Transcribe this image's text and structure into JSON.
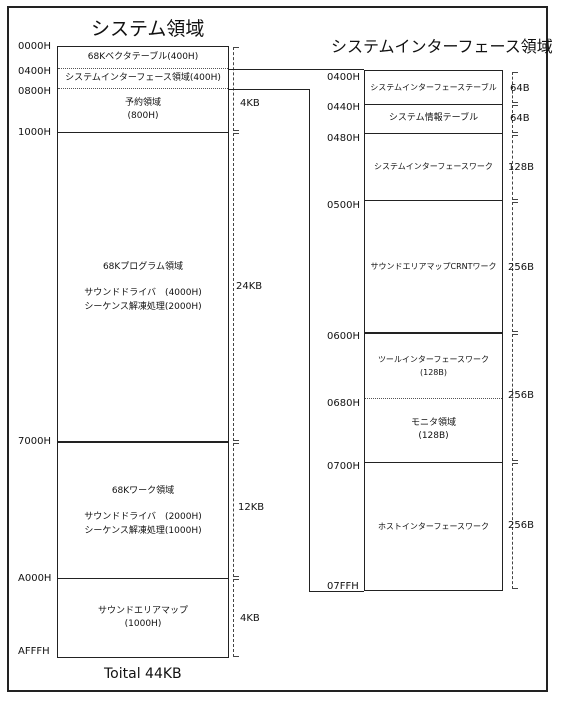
{
  "titles": {
    "left": "システム領域",
    "right": "システムインターフェース領域",
    "total": "Toital 44KB"
  },
  "left_addresses": [
    "0000H",
    "0400H",
    "0800H",
    "1000H",
    "7000H",
    "A000H",
    "AFFFH"
  ],
  "left_blocks": [
    {
      "lines": [
        "68Kベクタテーブル(400H)"
      ]
    },
    {
      "lines": [
        "システムインターフェース領域(400H)"
      ]
    },
    {
      "lines": [
        "予約領域",
        "(800H)"
      ]
    },
    {
      "lines": [
        "68Kプログラム領域",
        "",
        "サウンドドライバ　(4000H)",
        "シーケンス解凍処理(2000H)"
      ]
    },
    {
      "lines": [
        "68Kワーク領域",
        "",
        "サウンドドライバ　(2000H)",
        "シーケンス解凍処理(1000H)"
      ]
    },
    {
      "lines": [
        "サウンドエリアマップ",
        "(1000H)"
      ]
    }
  ],
  "left_sizes": [
    "4KB",
    "24KB",
    "12KB",
    "4KB"
  ],
  "right_addresses": [
    "0400H",
    "0440H",
    "0480H",
    "0500H",
    "0600H",
    "0680H",
    "0700H",
    "07FFH"
  ],
  "right_blocks": [
    {
      "lines": [
        "システムインターフェーステーブル"
      ]
    },
    {
      "lines": [
        "システム情報テーブル"
      ]
    },
    {
      "lines": [
        "システムインターフェースワーク"
      ]
    },
    {
      "lines": [
        "サウンドエリアマップCRNTワーク"
      ]
    },
    {
      "lines": [
        "ツールインターフェースワーク",
        "(128B)"
      ]
    },
    {
      "lines": [
        "モニタ領域",
        "(128B)"
      ]
    },
    {
      "lines": [
        "ホストインターフェースワーク"
      ]
    }
  ],
  "right_sizes": [
    "64B",
    "64B",
    "128B",
    "256B",
    "256B",
    "256B"
  ]
}
